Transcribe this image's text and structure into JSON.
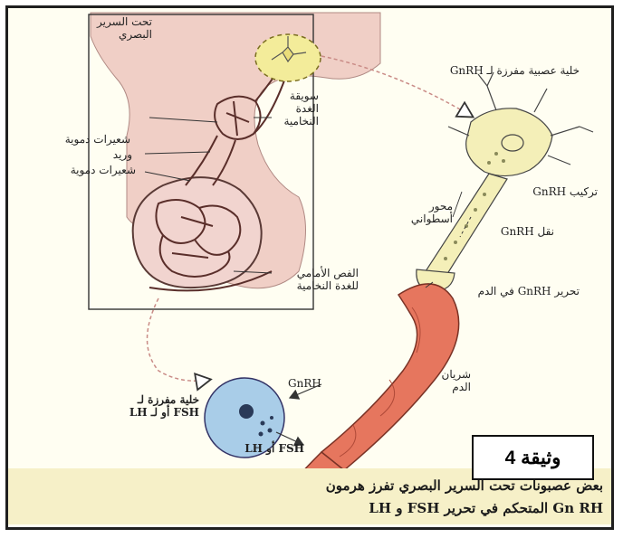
{
  "labels": {
    "hypothalamus": "تحت السرير\nالبصري",
    "neurosecretory_cell": "خلية عصبية مفرزة لـ GnRH",
    "pituitary_stalk": "سويقة\nالغدة\nالنخامية",
    "capillaries_1": "شعيرات دموية",
    "vein": "وريد",
    "capillaries_2": "شعيرات دموية",
    "gnrh_synthesis": "تركيب GnRH",
    "axon": "محور\nأسطواني",
    "gnrh_transport": "نقل GnRH",
    "anterior_pituitary": "الفص الأمامي\nللغدة النخامية",
    "gnrh_release": "تحرير GnRH في الدم",
    "blood_vessel": "شريان\nالدم",
    "gnrh_arrow": "GnRH",
    "pituitary_cell": "خلية مفرزة لـ\nFSH أو لـ LH",
    "fsh_lh": "FSH أو LH"
  },
  "caption": {
    "line1": "بعض عصبونات تحت السرير البصري تفرز هرمون",
    "line2": "Gn RH  المتحكم في تحرير FSH و LH"
  },
  "document_label": "وثيقة 4",
  "colors": {
    "hypothalamus_fill": "#f0cfc6",
    "neuron_fill": "#f4efb8",
    "cell_fill": "#a9cde8",
    "vessel_fill": "#e6765e",
    "caption_band": "#f6f0c8"
  }
}
